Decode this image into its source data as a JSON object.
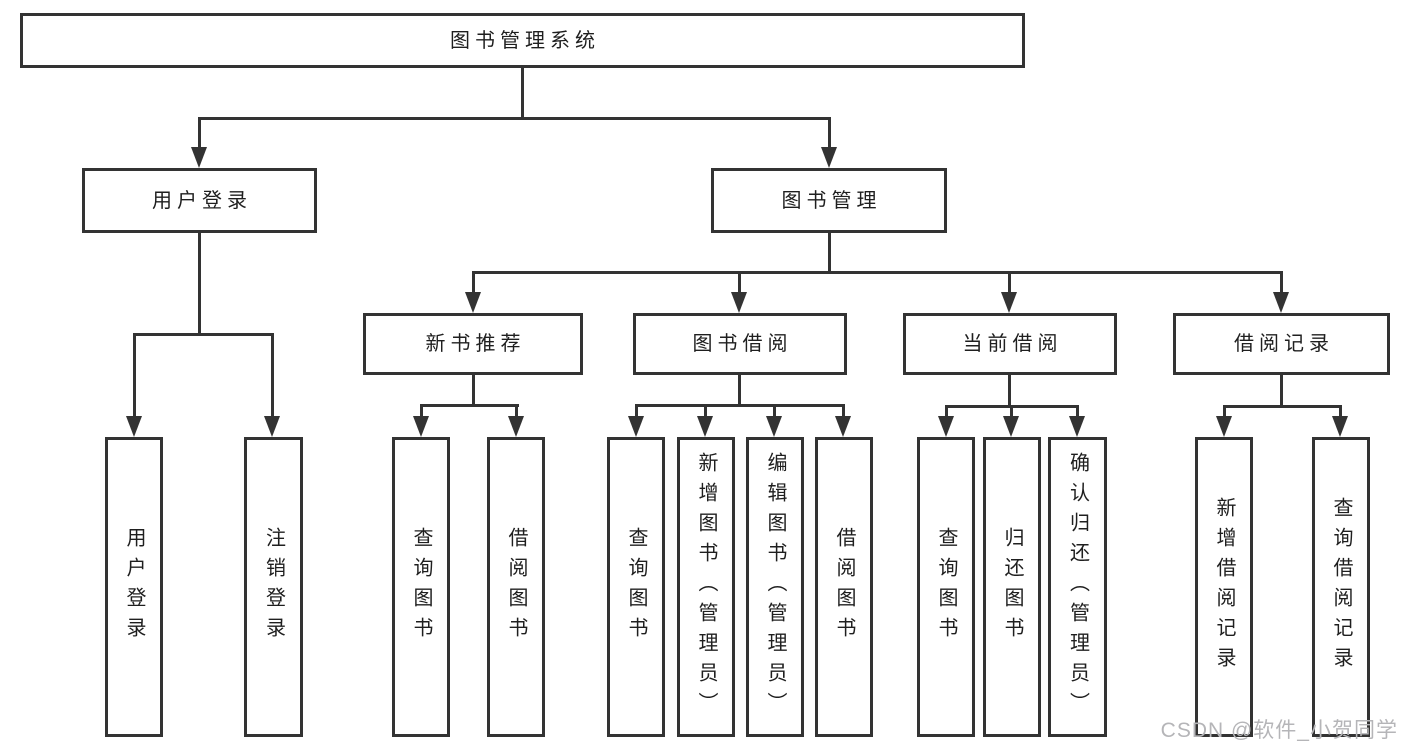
{
  "diagram": {
    "title": "图书管理系统",
    "branches": [
      {
        "label": "用户登录",
        "children": [
          {
            "label": "用户登录"
          },
          {
            "label": "注销登录"
          }
        ]
      },
      {
        "label": "图书管理",
        "children": [
          {
            "label": "新书推荐",
            "children": [
              {
                "label": "查询图书"
              },
              {
                "label": "借阅图书"
              }
            ]
          },
          {
            "label": "图书借阅",
            "children": [
              {
                "label": "查询图书"
              },
              {
                "label": "新增图书（管理员）"
              },
              {
                "label": "编辑图书（管理员）"
              },
              {
                "label": "借阅图书"
              }
            ]
          },
          {
            "label": "当前借阅",
            "children": [
              {
                "label": "查询图书"
              },
              {
                "label": "归还图书"
              },
              {
                "label": "确认归还（管理员）"
              }
            ]
          },
          {
            "label": "借阅记录",
            "children": [
              {
                "label": "新增借阅记录"
              },
              {
                "label": "查询借阅记录"
              }
            ]
          }
        ]
      }
    ]
  },
  "watermark": {
    "text": "CSDN @软件_小贺同学"
  },
  "colors": {
    "line": "#333333",
    "box_background": "#ffffff",
    "text": "#1f1f1f",
    "watermark": "#b5b5b8"
  }
}
